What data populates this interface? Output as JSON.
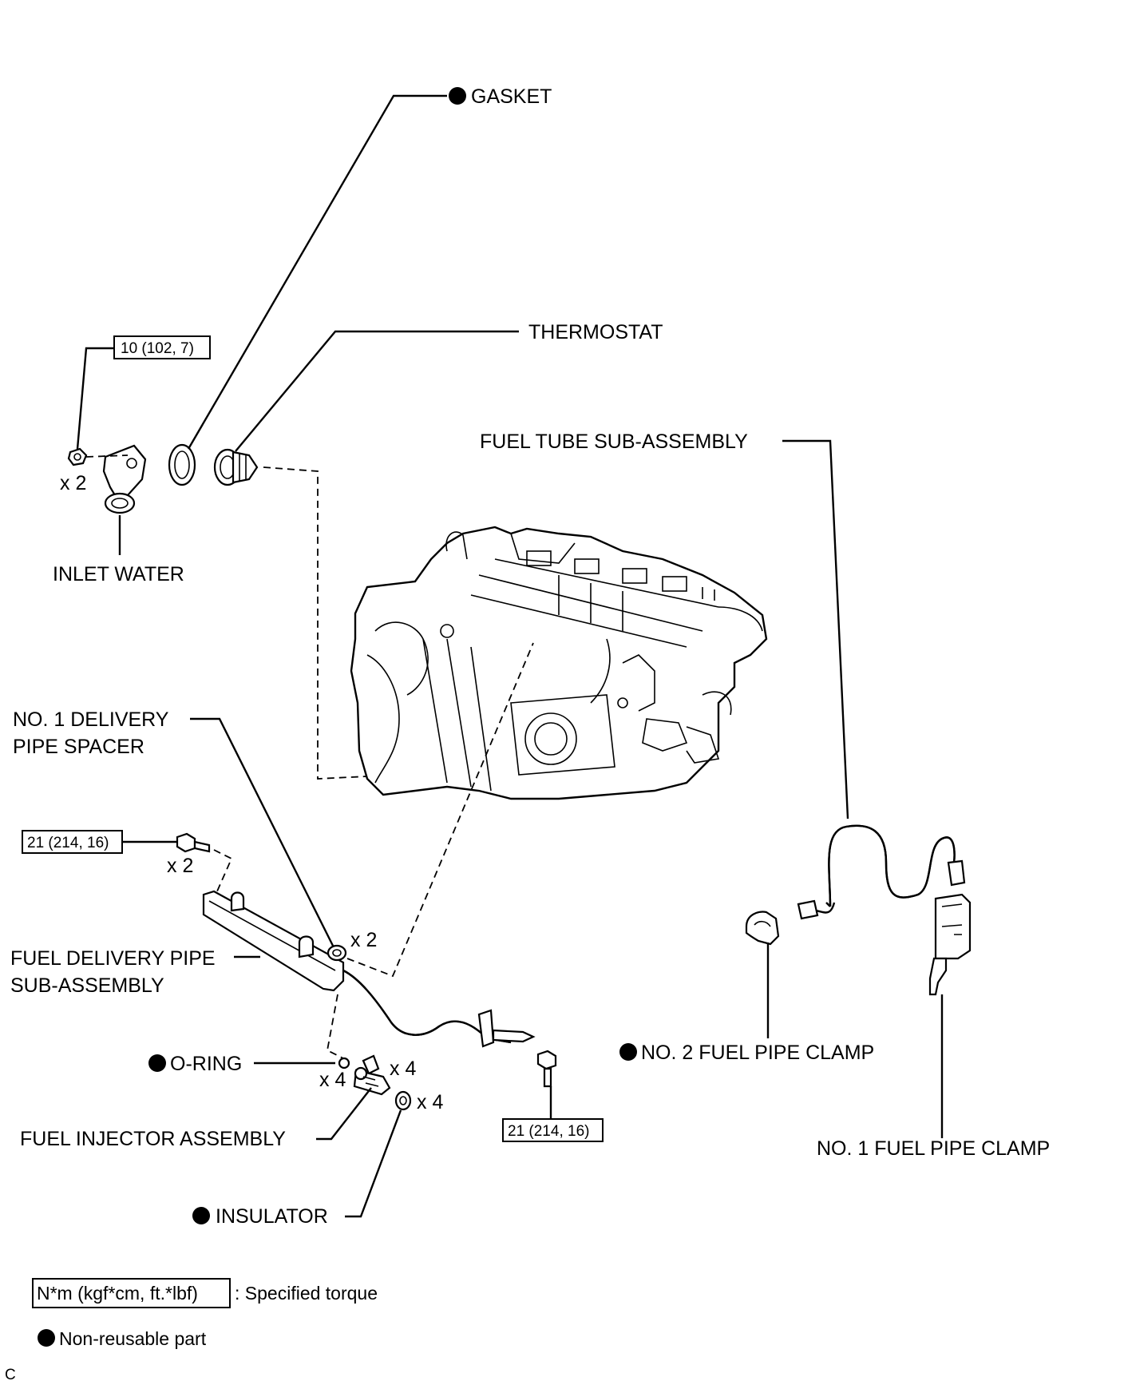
{
  "labels": {
    "gasket": "GASKET",
    "thermostat": "THERMOSTAT",
    "inlet_water": "INLET WATER",
    "fuel_tube": "FUEL TUBE SUB-ASSEMBLY",
    "spacer_line1": "NO. 1 DELIVERY",
    "spacer_line2": "PIPE SPACER",
    "delivery_pipe_line1": "FUEL DELIVERY PIPE",
    "delivery_pipe_line2": "SUB-ASSEMBLY",
    "o_ring": "O-RING",
    "injector": "FUEL INJECTOR ASSEMBLY",
    "insulator": "INSULATOR",
    "clamp2": "NO. 2 FUEL PIPE CLAMP",
    "clamp1": "NO. 1 FUEL PIPE CLAMP"
  },
  "torques": {
    "inlet_water_nut": "10 (102, 7)",
    "delivery_pipe_bolt": "21 (214, 16)",
    "clamp_bolt": "21 (214, 16)"
  },
  "quantities": {
    "inlet_nut": "x 2",
    "pipe_bolt": "x 2",
    "spacer": "x 2",
    "injector": "x 4",
    "o_ring": "x 4",
    "insulator": "x 4"
  },
  "legend": {
    "torque_box": "N*m (kgf*cm, ft.*lbf)",
    "torque_text": ": Specified torque",
    "non_reusable": "Non-reusable part"
  },
  "corner_code": "C"
}
